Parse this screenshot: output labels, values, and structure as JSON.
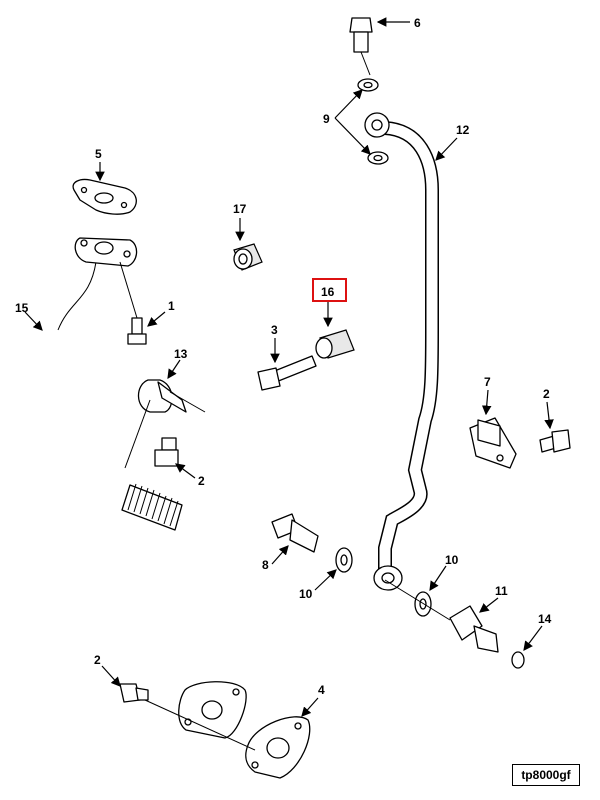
{
  "diagram_ref": "tp8000gf",
  "highlighted_callout": "16",
  "callouts": {
    "c1": "1",
    "c2a": "2",
    "c2b": "2",
    "c2c": "2",
    "c3": "3",
    "c4": "4",
    "c5": "5",
    "c6": "6",
    "c7": "7",
    "c8": "8",
    "c9": "9",
    "c10a": "10",
    "c10b": "10",
    "c11": "11",
    "c12": "12",
    "c13": "13",
    "c14": "14",
    "c15": "15",
    "c16": "16",
    "c17": "17"
  },
  "colors": {
    "highlight": "#dd1111",
    "line": "#000000"
  }
}
